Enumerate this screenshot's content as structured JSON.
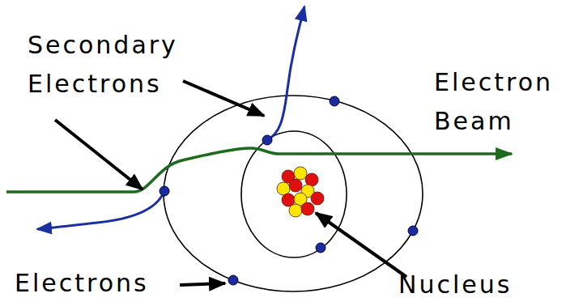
{
  "diagram": {
    "labels": [
      "Secondary Electrons",
      "Electron Beam",
      "Electrons",
      "Nucleus"
    ]
  }
}
